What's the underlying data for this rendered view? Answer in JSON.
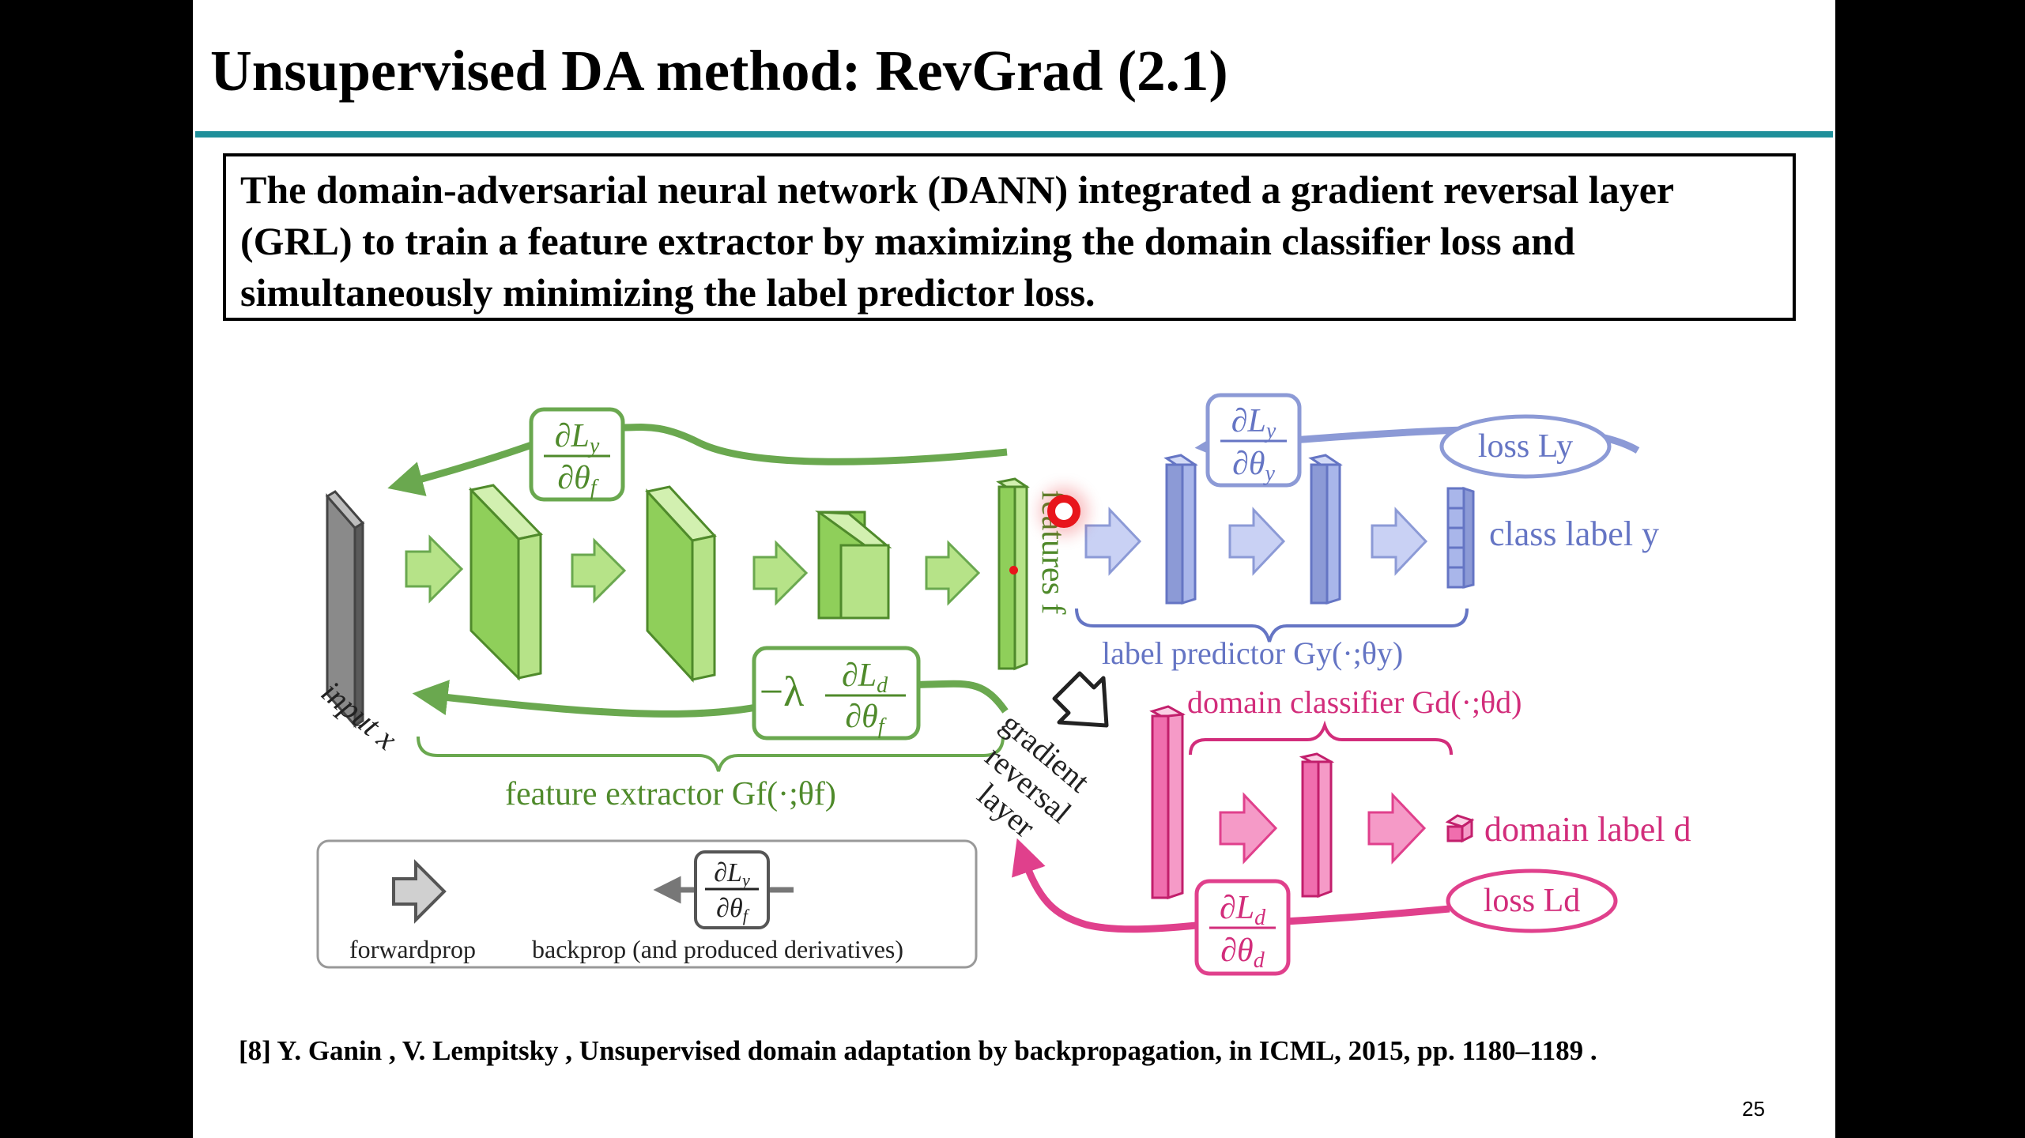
{
  "slide": {
    "title": "Unsupervised DA method: RevGrad (2.1)",
    "summary": "The domain-adversarial neural network (DANN) integrated a gradient reversal layer (GRL) to train a feature extractor by maximizing the domain classifier loss and simultaneously minimizing the label predictor loss.",
    "reference": "[8] Y. Ganin , V. Lempitsky , Unsupervised domain adaptation by backpropagation, in ICML, 2015, pp. 1180–1189 .",
    "page_number": "25"
  },
  "diagram": {
    "input_label": "input x",
    "features_label": "features f",
    "feature_extractor_label": "feature extractor Gf(·;θf)",
    "label_predictor_label": "label predictor Gy(·;θy)",
    "domain_classifier_label": "domain classifier Gd(·;θd)",
    "class_label": "class label y",
    "domain_label": "domain label d",
    "loss_y": "loss Ly",
    "loss_d": "loss Ld",
    "grl_label": [
      "gradient",
      "reversal",
      "layer"
    ],
    "grad_y_theta_f": "∂Ly/∂θf",
    "grad_y_theta_y": "∂Ly/∂θy",
    "grad_d_theta_f": "−λ ∂Ld/∂θf",
    "grad_d_theta_d": "∂Ld/∂θd",
    "legend_forward": "forwardprop",
    "legend_backward": "backprop (and produced derivatives)",
    "legend_grad": "∂Ly/∂θf",
    "colors": {
      "green": "#6aa84f",
      "green_fill": "#b6e388",
      "blue": "#8c9ad6",
      "blue_fill": "#a9b6ea",
      "pink": "#e0408c",
      "pink_fill": "#f59ac7",
      "gray": "#777777",
      "teal_rule": "#1f8f9a",
      "cursor": "#e8151b"
    }
  }
}
